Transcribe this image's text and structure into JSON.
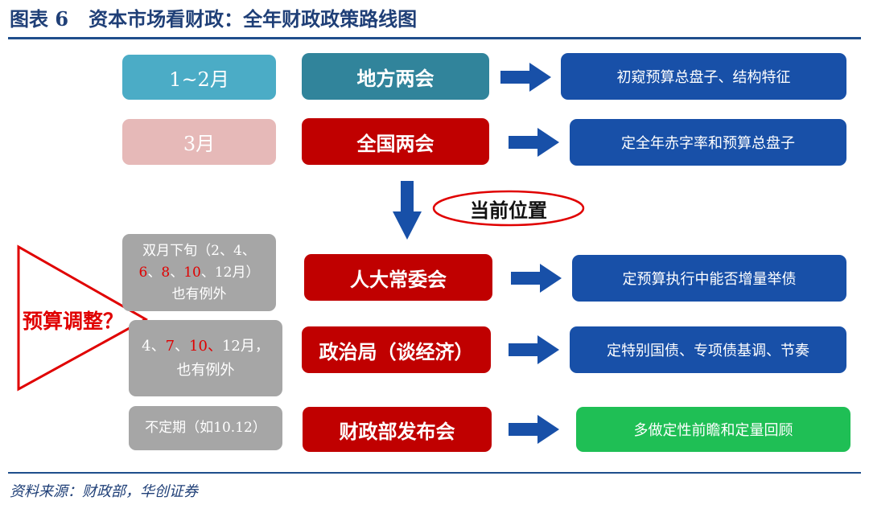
{
  "title": "图表 6   资本市场看财政：全年财政政策路线图",
  "source": "资料来源：财政部，华创证券",
  "current_position": "当前位置",
  "budget_adjust": "预算调整？",
  "colors": {
    "blue": "#1850a8",
    "red": "#c00000",
    "teal": "#31849b",
    "light_teal": "#4bacc6",
    "pink": "#e6b9b8",
    "gray": "#a6a6a6",
    "green": "#1fbf55"
  },
  "rows": [
    {
      "time": "1~2月",
      "event": "地方两会",
      "outcome": "初窥预算总盘子、结构特征"
    },
    {
      "time": "3月",
      "event": "全国两会",
      "outcome": "定全年赤字率和预算总盘子"
    },
    {
      "time_lines": [
        [
          "双月下旬（2、4、"
        ],
        [
          "6",
          "、",
          "8",
          "、",
          "10",
          "、12月）"
        ],
        [
          "也有例外"
        ]
      ],
      "event": "人大常委会",
      "outcome": "定预算执行中能否增量举债"
    },
    {
      "time_lines": [
        [
          "4、",
          "7",
          "、",
          "10",
          "、",
          "12月，"
        ],
        [
          "也有例外"
        ]
      ],
      "event": "政治局（谈经济）",
      "outcome": "定特别国债、专项债基调、节奏"
    },
    {
      "time": "不定期（如10.12）",
      "event": "财政部发布会",
      "outcome": "多做定性前瞻和定量回顾"
    }
  ]
}
